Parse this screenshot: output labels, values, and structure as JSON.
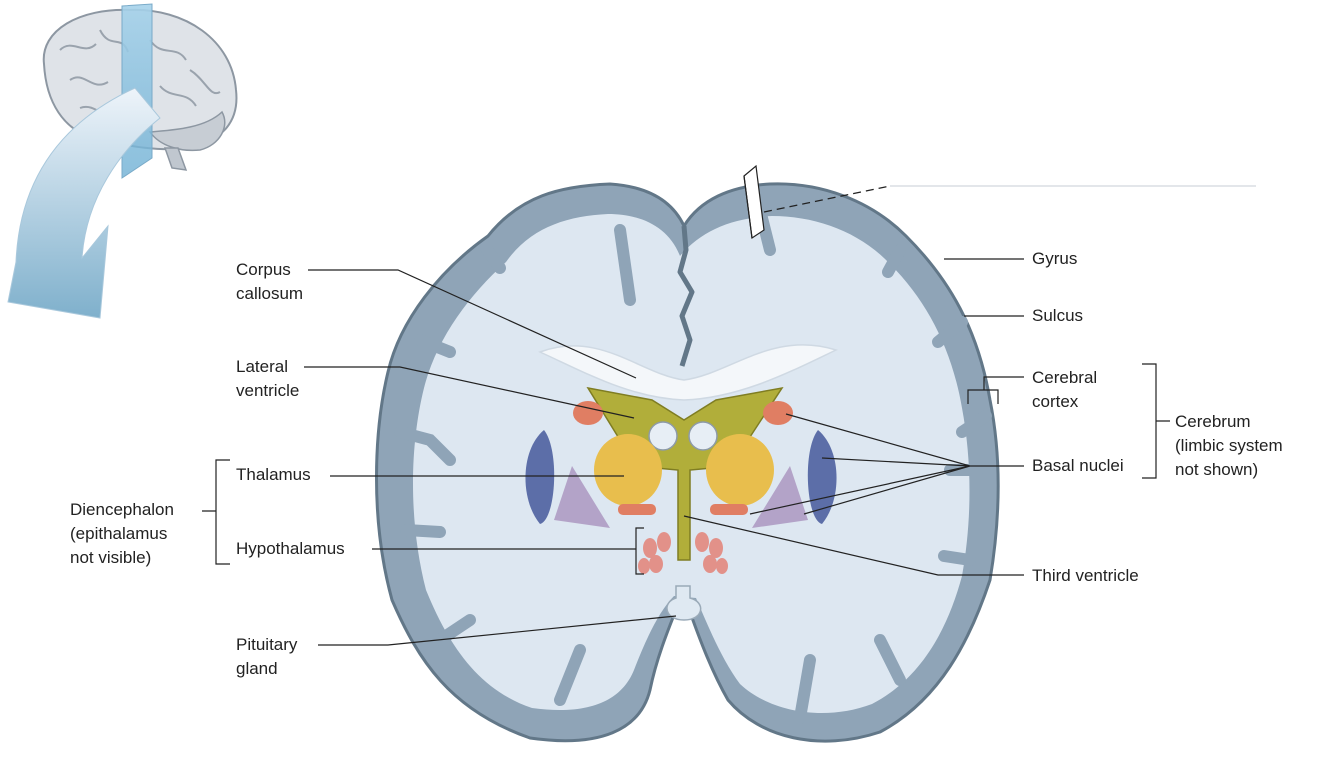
{
  "labels": {
    "corpus_callosum": "Corpus\ncallosum",
    "lateral_ventricle": "Lateral\nventricle",
    "thalamus": "Thalamus",
    "hypothalamus": "Hypothalamus",
    "pituitary_gland": "Pituitary\ngland",
    "diencephalon": "Diencephalon\n(epithalamus\nnot visible)",
    "gyrus": "Gyrus",
    "sulcus": "Sulcus",
    "cerebral_cortex": "Cerebral\ncortex",
    "basal_nuclei": "Basal nuclei",
    "third_ventricle": "Third ventricle",
    "cerebrum": "Cerebrum\n(limbic system\nnot shown)"
  },
  "colors": {
    "cortex_gray": "#8fa4b7",
    "white_matter": "#dde7f1",
    "cortex_edge": "#627788",
    "ventricle_green": "#b1ae3a",
    "thalamus_yellow": "#e8be4d",
    "basal_blue": "#5c6ea8",
    "basal_purple": "#b3a3c8",
    "basal_orange": "#e07e63",
    "hypothalamus_pink": "#e29189",
    "leader_line": "#222222"
  }
}
